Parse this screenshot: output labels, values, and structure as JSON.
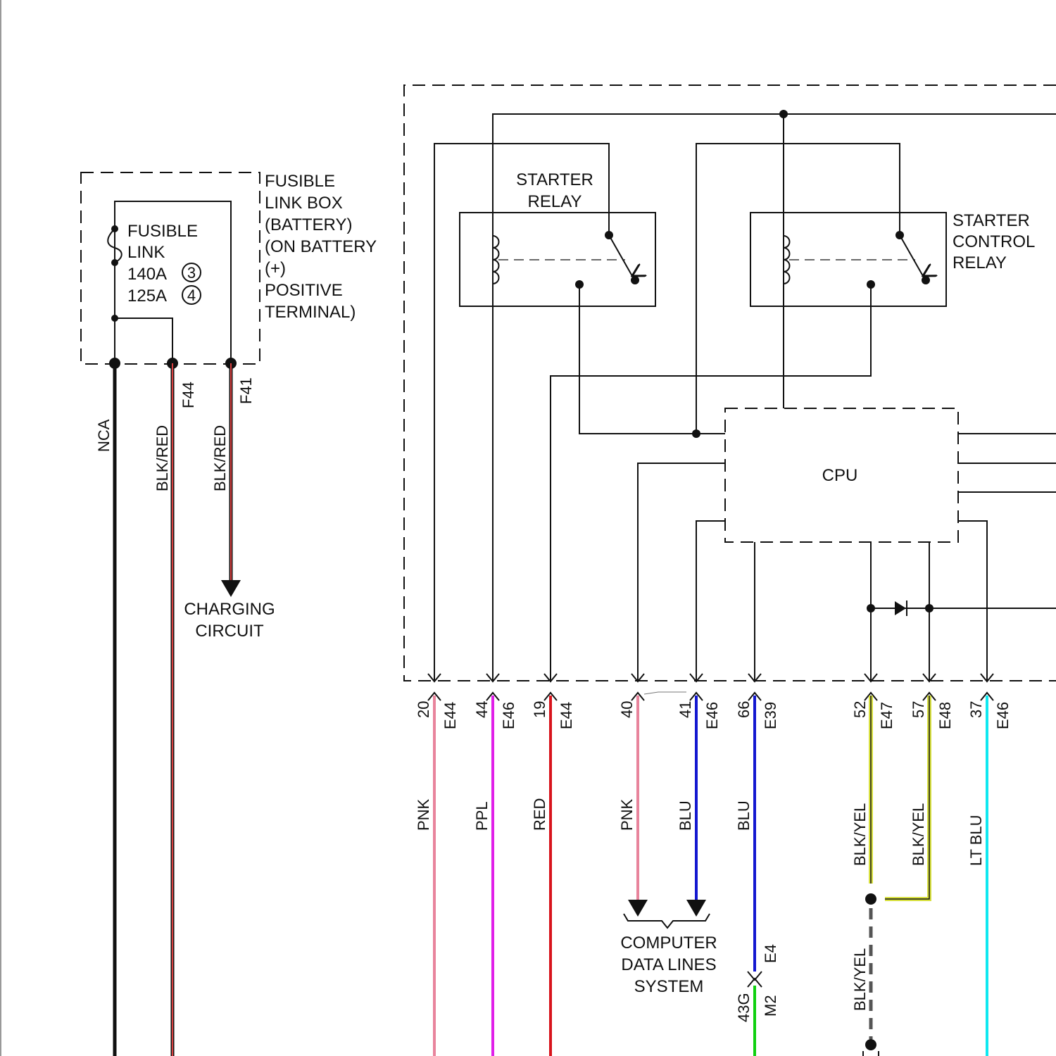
{
  "fusible_link_box": {
    "title_lines": [
      "FUSIBLE",
      "LINK BOX",
      "(BATTERY)",
      "(ON BATTERY",
      "(+)",
      "POSITIVE",
      "TERMINAL)"
    ],
    "link_label_lines": [
      "FUSIBLE",
      "LINK"
    ],
    "rating_1": "140A",
    "rating_1_ref": "3",
    "rating_2": "125A",
    "rating_2_ref": "4"
  },
  "left_wires": {
    "nca": "NCA",
    "f44_color": "BLK/RED",
    "f44_connector": "F44",
    "f41_color": "BLK/RED",
    "f41_connector": "F41",
    "charging_lines": [
      "CHARGING",
      "CIRCUIT"
    ]
  },
  "starter_relay_lines": [
    "STARTER",
    "RELAY"
  ],
  "starter_control_relay_lines": [
    "STARTER",
    "CONTROL",
    "RELAY"
  ],
  "cpu_label": "CPU",
  "pins": [
    {
      "pin": "20",
      "connector": "E44",
      "wire": "PNK",
      "color": "#e8849c"
    },
    {
      "pin": "44",
      "connector": "E46",
      "wire": "PPL",
      "color": "#e020e8"
    },
    {
      "pin": "19",
      "connector": "E44",
      "wire": "RED",
      "color": "#d8141c"
    },
    {
      "pin": "40",
      "connector": "",
      "wire": "PNK",
      "color": "#e8849c"
    },
    {
      "pin": "41",
      "connector": "E46",
      "wire": "BLU",
      "color": "#1418d0"
    },
    {
      "pin": "66",
      "connector": "E39",
      "wire": "BLU",
      "color": "#1418d0"
    },
    {
      "pin": "52",
      "connector": "E47",
      "wire": "BLK/YEL",
      "color": "#d8e040"
    },
    {
      "pin": "57",
      "connector": "E48",
      "wire": "BLK/YEL",
      "color": "#d8e040"
    },
    {
      "pin": "37",
      "connector": "E46",
      "wire": "LT BLU",
      "color": "#10e8f0"
    }
  ],
  "data_lines_lines": [
    "COMPUTER",
    "DATA LINES",
    "SYSTEM"
  ],
  "lower_connector": {
    "top": "E4",
    "pin": "43G",
    "bottom": "M2",
    "lower_color": "#10d010"
  },
  "lower_wire": "BLK/YEL"
}
